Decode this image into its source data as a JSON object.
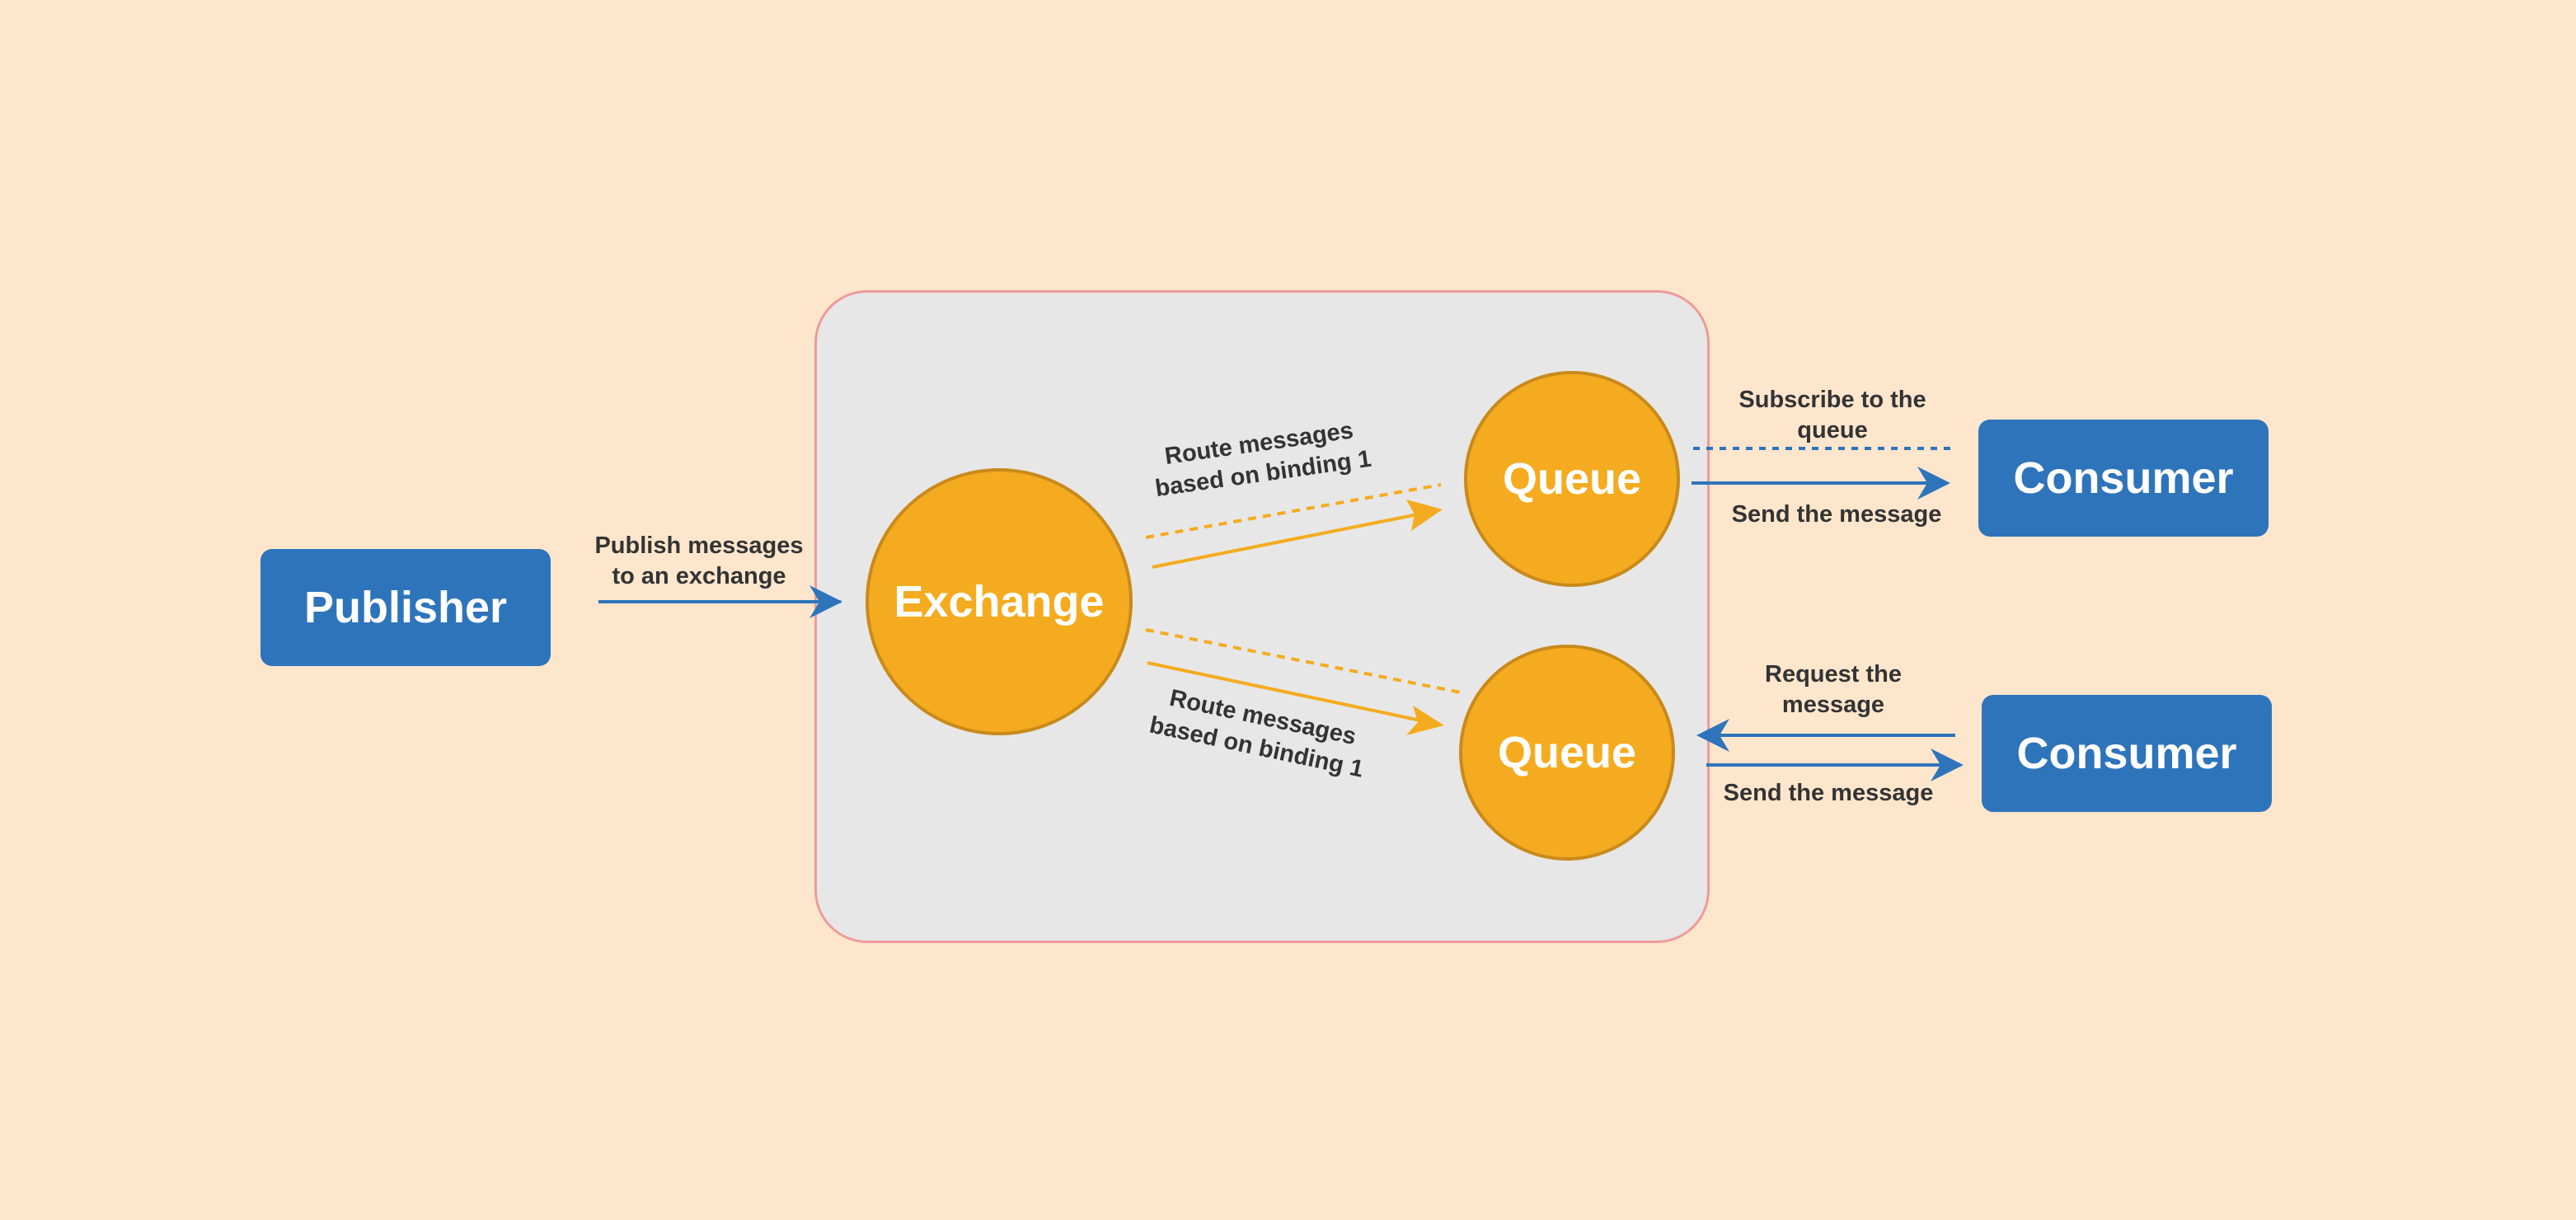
{
  "nodes": {
    "publisher": "Publisher",
    "exchange": "Exchange",
    "queue_top": "Queue",
    "queue_bottom": "Queue",
    "consumer_top": "Consumer",
    "consumer_bottom": "Consumer"
  },
  "edges": {
    "publish": [
      "Publish messages",
      "to an exchange"
    ],
    "route_top": [
      "Route messages",
      "based on binding 1"
    ],
    "route_bottom": [
      "Route messages",
      "based on binding 1"
    ],
    "subscribe": [
      "Subscribe to the",
      "queue"
    ],
    "send_top": "Send the message",
    "request": [
      "Request the",
      "message"
    ],
    "send_bottom": "Send the message"
  },
  "colors": {
    "background": "#fee6cd",
    "box_blue": "#2e74bb",
    "circle_orange": "#f5ab1f",
    "broker_border": "#ef9a9a",
    "broker_fill": "#e7e7e7",
    "arrow_blue": "#2e74bb",
    "arrow_orange": "#f5ab1f"
  }
}
